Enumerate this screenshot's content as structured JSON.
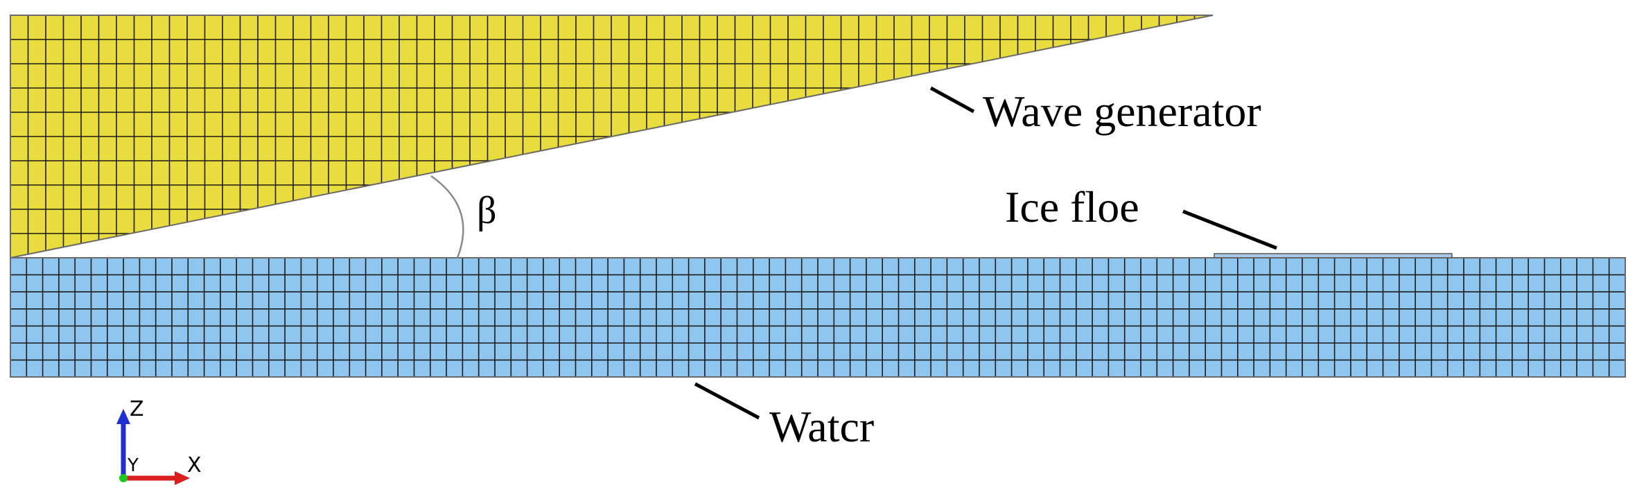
{
  "labels": {
    "wave_generator": "Wave generator",
    "ice_floe": "Ice floe",
    "water": "Watcr",
    "angle": "β"
  },
  "axes": {
    "z": "Z",
    "y": "Y",
    "x": "X"
  },
  "colors": {
    "wave_generator_fill": "#e9dc3f",
    "water_fill": "#8fc6f0",
    "mesh_line": "#1a1a1a",
    "axis_z": "#1f2fd0",
    "axis_x": "#d81e1e",
    "axis_y": "#1ec81e"
  },
  "icons": {
    "axis_triad": "xyz-axis-triad-icon"
  }
}
